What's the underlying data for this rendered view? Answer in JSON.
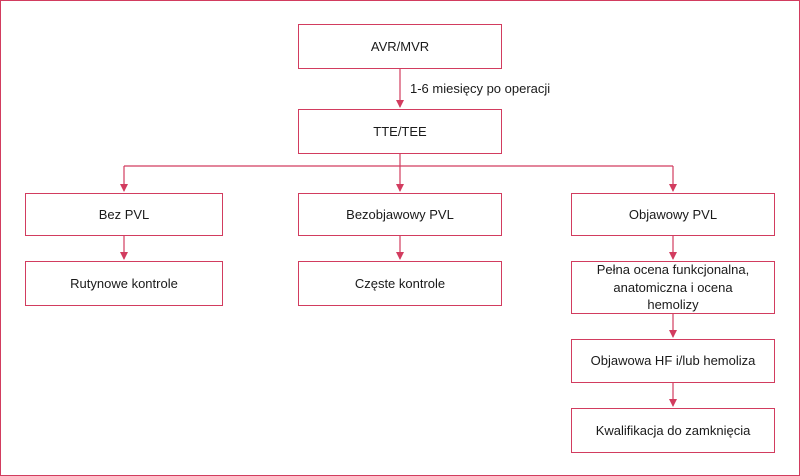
{
  "accent_color": "#d23c5f",
  "nodes": {
    "root": "AVR/MVR",
    "imaging": "TTE/TEE",
    "no_pvl": "Bez PVL",
    "asymptomatic_pvl": "Bezobjawowy PVL",
    "symptomatic_pvl": "Objawowy PVL",
    "routine_checks": "Rutynowe kontrole",
    "frequent_checks": "Częste kontrole",
    "full_assessment": "Pełna ocena funkcjonalna, anatomiczna i ocena hemolizy",
    "symptomatic_hf": "Objawowa HF i/lub hemoliza",
    "closure_qualification": "Kwalifikacja do zamknięcia"
  },
  "edge_labels": {
    "root_to_imaging": "1-6 miesięcy po operacji"
  }
}
